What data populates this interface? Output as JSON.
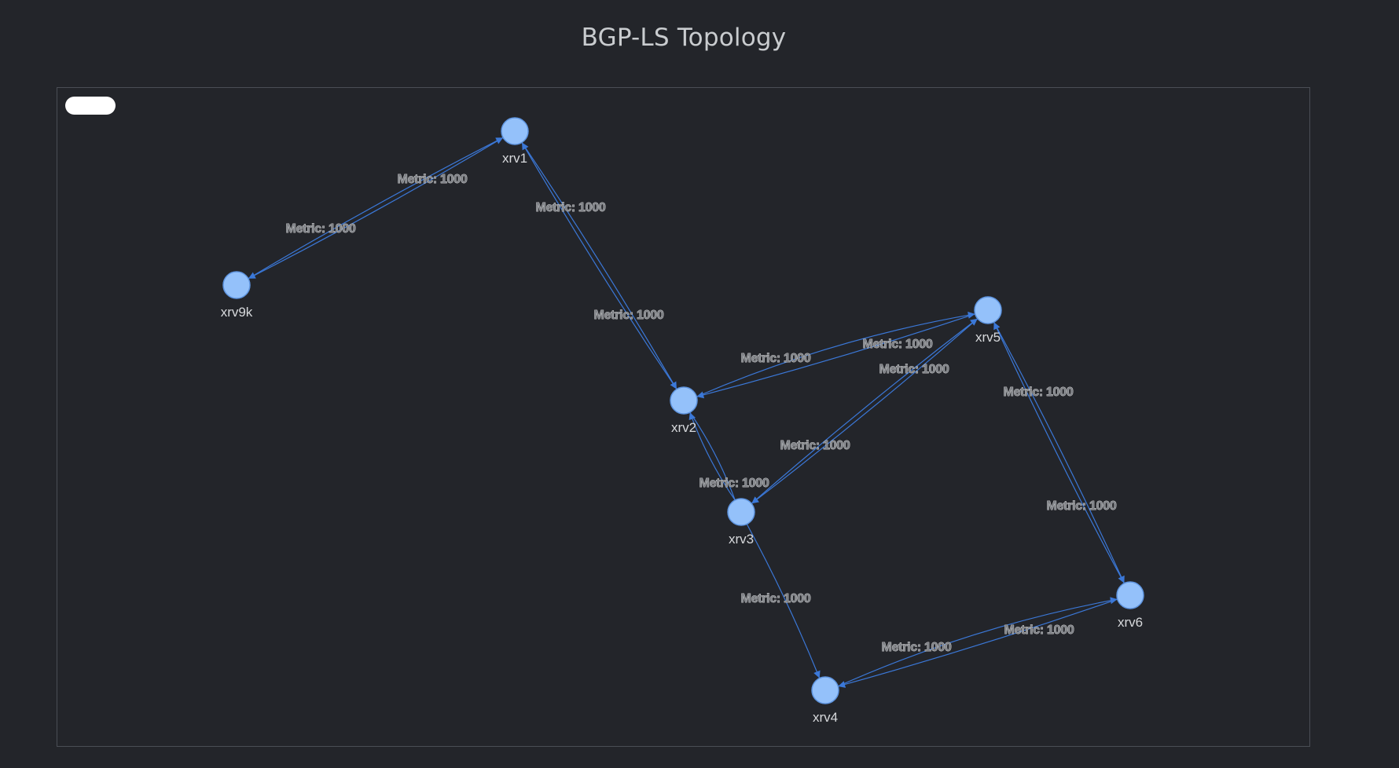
{
  "page": {
    "title": "BGP-LS Topology"
  },
  "colors": {
    "background": "#23252a",
    "edge": "#3b78d8",
    "node_fill": "#94c1fa",
    "node_stroke": "#5f95e0",
    "label_text": "#d7d9dc"
  },
  "graph": {
    "nodes": [
      {
        "id": "xrv1",
        "label": "xrv1"
      },
      {
        "id": "xrv9k",
        "label": "xrv9k"
      },
      {
        "id": "xrv2",
        "label": "xrv2"
      },
      {
        "id": "xrv3",
        "label": "xrv3"
      },
      {
        "id": "xrv4",
        "label": "xrv4"
      },
      {
        "id": "xrv5",
        "label": "xrv5"
      },
      {
        "id": "xrv6",
        "label": "xrv6"
      }
    ],
    "edges": [
      {
        "from": "xrv9k",
        "to": "xrv1",
        "label": "Metric: 1000"
      },
      {
        "from": "xrv1",
        "to": "xrv9k",
        "label": "Metric: 1000"
      },
      {
        "from": "xrv2",
        "to": "xrv1",
        "label": "Metric: 1000"
      },
      {
        "from": "xrv1",
        "to": "xrv2",
        "label": "Metric: 1000"
      },
      {
        "from": "xrv2",
        "to": "xrv5",
        "label": "Metric: 1000"
      },
      {
        "from": "xrv5",
        "to": "xrv2",
        "label": "Metric: 1000"
      },
      {
        "from": "xrv3",
        "to": "xrv5",
        "label": "Metric: 1000"
      },
      {
        "from": "xrv5",
        "to": "xrv3",
        "label": "Metric: 1000"
      },
      {
        "from": "xrv3",
        "to": "xrv2",
        "label": "Metric: 1000"
      },
      {
        "from": "xrv3",
        "to": "xrv4",
        "label": "Metric: 1000"
      },
      {
        "from": "xrv5",
        "to": "xrv6",
        "label": "Metric: 1000"
      },
      {
        "from": "xrv4",
        "to": "xrv6",
        "label": "Metric: 1000"
      },
      {
        "from": "xrv6",
        "to": "xrv4",
        "label": "Metric: 1000"
      }
    ]
  }
}
